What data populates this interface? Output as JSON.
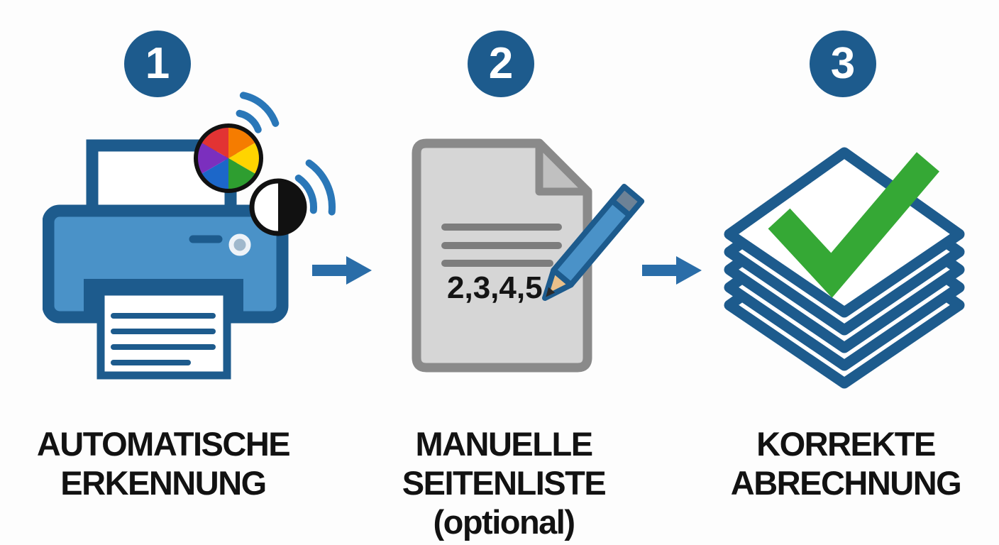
{
  "steps": [
    {
      "number": "1",
      "lines": [
        "AUTOMATISCHE",
        "ERKENNUNG"
      ],
      "icon": "printer-with-color-and-contrast-detection"
    },
    {
      "number": "2",
      "lines": [
        "MANUELLE",
        "SEITENLISTE",
        "(optional)"
      ],
      "icon": "document-with-pencil",
      "document_text": "2,3,4,5"
    },
    {
      "number": "3",
      "lines": [
        "KORREKTE",
        "ABRECHNUNG"
      ],
      "icon": "paper-stack-with-checkmark"
    }
  ],
  "colors": {
    "badge_blue": "#1d5b8d",
    "outline_blue": "#1d5b8d",
    "printer_blue": "#4a92c8",
    "arrow_blue": "#2a6da8",
    "wifi_blue": "#2a77b8",
    "check_green": "#35a835",
    "document_gray": "#d6d6d6",
    "document_border_gray": "#8a8a8a",
    "label_black": "#121212"
  }
}
